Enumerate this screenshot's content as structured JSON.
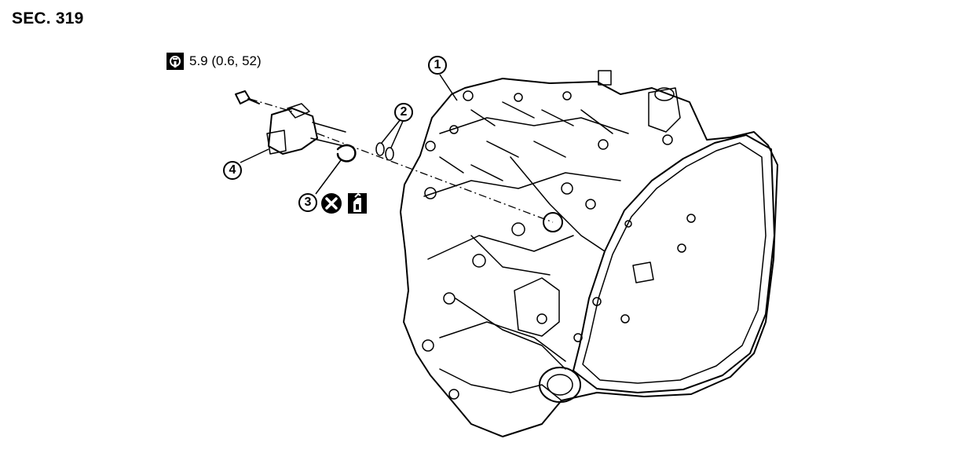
{
  "section": {
    "title": "SEC. 319"
  },
  "torque": {
    "icon": "torque-wrench-icon",
    "value": "5.9 (0.6, 52)"
  },
  "callouts": [
    {
      "number": "1"
    },
    {
      "number": "2"
    },
    {
      "number": "3"
    },
    {
      "number": "4"
    }
  ],
  "symbols": {
    "do_not_reuse": "do-not-reuse-icon",
    "apply_fluid": "apply-fluid-icon"
  },
  "colors": {
    "ink": "#000000",
    "paper": "#ffffff"
  }
}
